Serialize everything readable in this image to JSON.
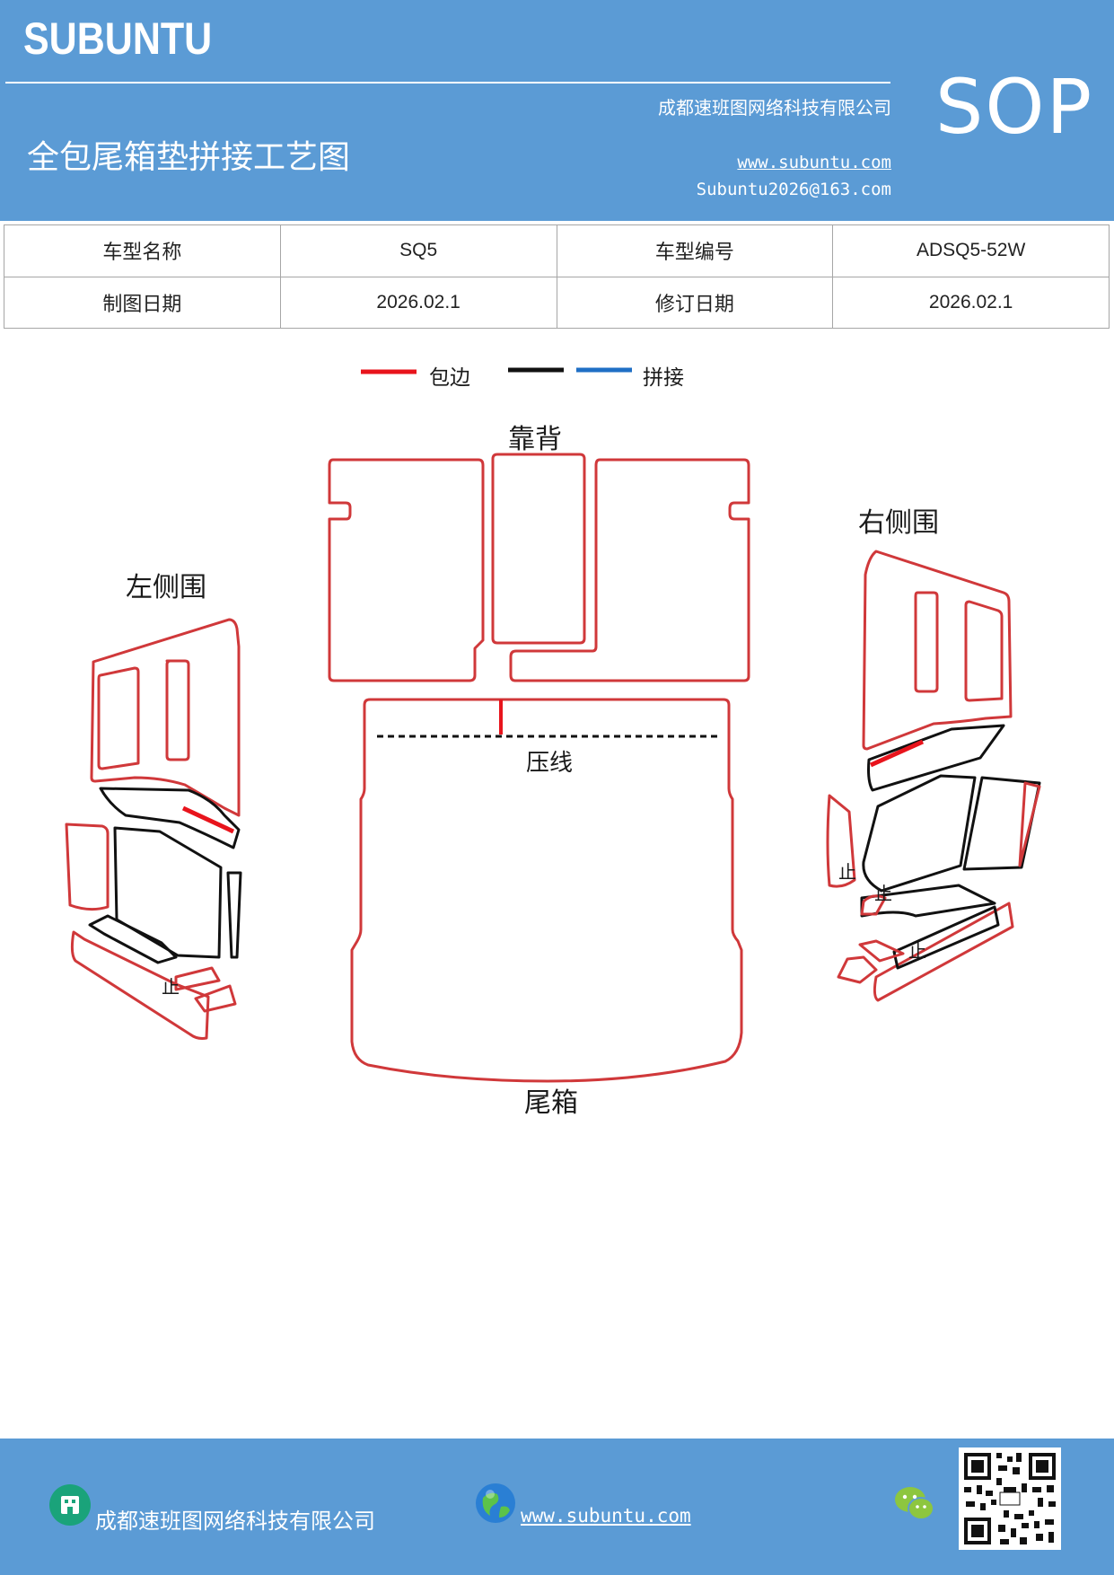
{
  "header": {
    "brand": "SUBUNTU",
    "company": "成都速班图网络科技有限公司",
    "title": "全包尾箱垫拼接工艺图",
    "website": "www.subuntu.com",
    "email": "Subuntu2026@163.com",
    "sop": "SOP"
  },
  "info_table": {
    "rows": [
      {
        "label1": "车型名称",
        "value1": "SQ5",
        "label2": "车型编号",
        "value2": "ADSQ5-52W"
      },
      {
        "label1": "制图日期",
        "value1": "2026.02.1",
        "label2": "修订日期",
        "value2": "2026.02.1"
      }
    ]
  },
  "legend": {
    "red_label": "包边",
    "blue_label": "拼接",
    "colors": {
      "red": "#e8141c",
      "black": "#111111",
      "blue": "#1f6fc5"
    }
  },
  "diagram": {
    "backrest_label": "靠背",
    "left_label": "左侧围",
    "right_label": "右侧围",
    "press_line_label": "压线",
    "trunk_label": "尾箱",
    "stop_mark": "止",
    "outline_color": "#d0383a",
    "seam_color": "#111111"
  },
  "footer": {
    "company": "成都速班图网络科技有限公司",
    "website": "www.subuntu.com"
  }
}
